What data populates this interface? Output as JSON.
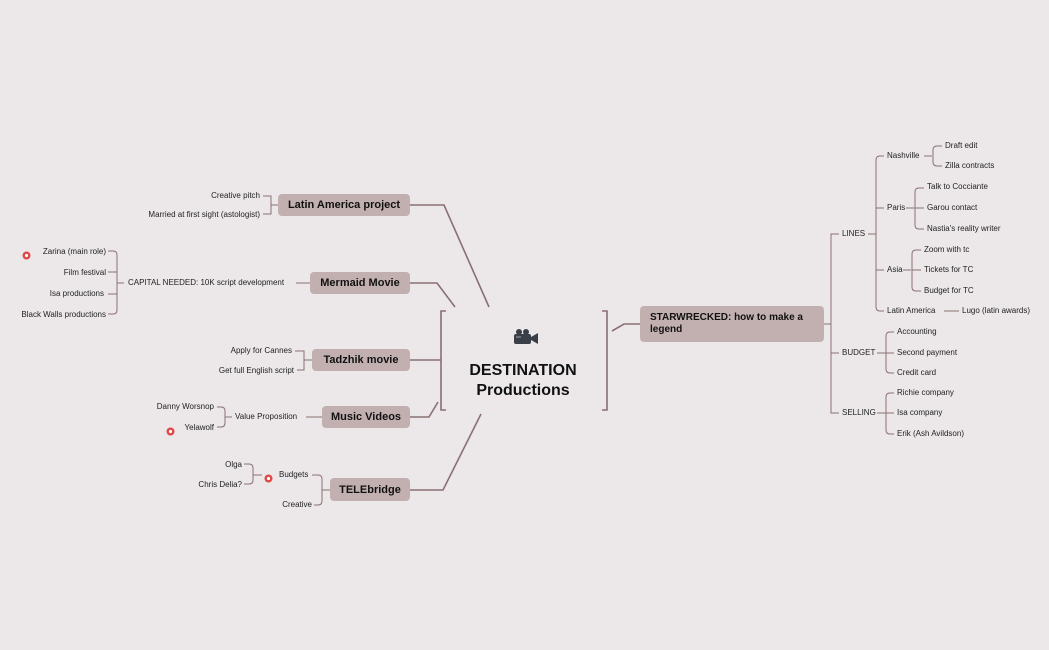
{
  "root": {
    "line1": "DESTINATION",
    "line2": "Productions",
    "icon": "video-camera-icon"
  },
  "right": {
    "topic": "STARWRECKED: how to make a legend",
    "lines": {
      "label": "LINES",
      "nashville": {
        "label": "Nashville",
        "items": [
          "Draft edit",
          "Zilla contracts"
        ]
      },
      "paris": {
        "label": "Paris",
        "items": [
          "Talk to Cocciante",
          "Garou contact",
          "Nastia's reality writer"
        ]
      },
      "asia": {
        "label": "Asia",
        "items": [
          "Zoom with tc",
          "Tickets for TC",
          "Budget for TC"
        ]
      },
      "latam": {
        "label": "Latin America",
        "item": "Lugo (latin awards)"
      }
    },
    "budget": {
      "label": "BUDGET",
      "items": [
        "Accounting",
        "Second payment",
        "Credit card"
      ]
    },
    "selling": {
      "label": "SELLING",
      "items": [
        "Richie company",
        "Isa company",
        "Erik (Ash Avildson)"
      ]
    }
  },
  "left": {
    "latin": {
      "topic": "Latin America project",
      "items": [
        "Creative pitch",
        "Married at first sight (astologist)"
      ]
    },
    "mermaid": {
      "topic": "Mermaid Movie",
      "sub": "CAPITAL NEEDED: 10K script development",
      "items": [
        "Zarina (main role)",
        "Film festival",
        "Isa productions",
        "Black Walls productions"
      ]
    },
    "tadzhik": {
      "topic": "Tadzhik movie",
      "items": [
        "Apply for Cannes",
        "Get full English script"
      ]
    },
    "music": {
      "topic": "Music Videos",
      "sub": "Value Proposition",
      "items": [
        "Danny Worsnop",
        "Yelawolf"
      ]
    },
    "telebridge": {
      "topic": "TELEbridge",
      "budgets": "Budgets",
      "creative": "Creative",
      "items": [
        "Olga",
        "Chris Delia?"
      ]
    }
  },
  "colors": {
    "background": "#ece8e9",
    "node": "#c2b0b1",
    "line": "#8a6f73",
    "marker": "#e04848"
  },
  "markers": {
    "icon": "red-circle-marker-icon"
  }
}
